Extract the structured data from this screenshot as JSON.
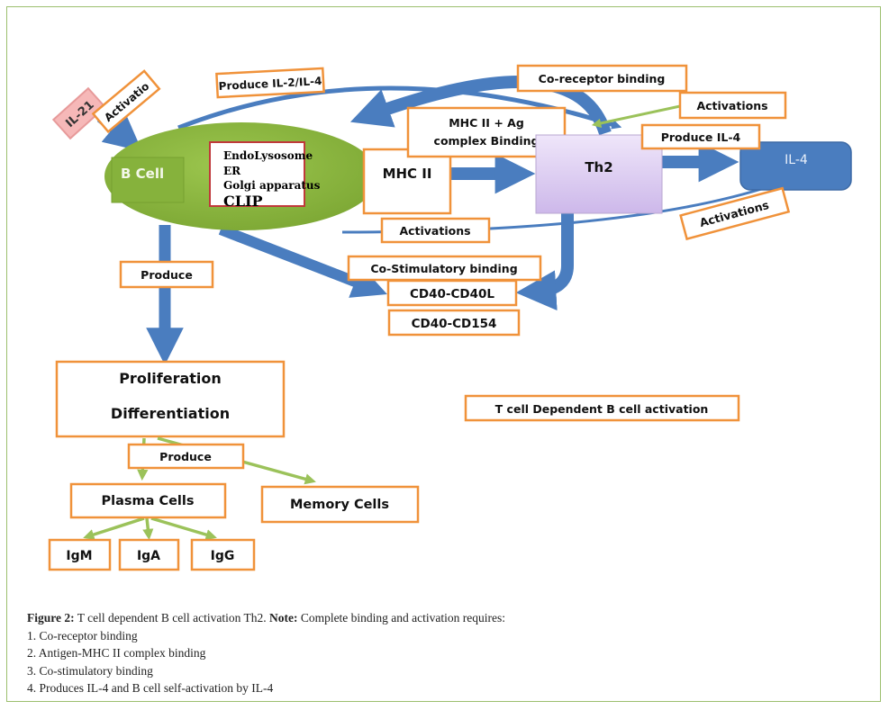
{
  "diagram": {
    "il21": "IL-21",
    "activation_il21": "Activatio",
    "produce_il2_il4": "Produce IL-2/IL-4",
    "b_cell": "B Cell",
    "organelles": [
      "EndoLysosome",
      "ER",
      "Golgi apparatus",
      "CLIP"
    ],
    "mhc2": "MHC II",
    "mhc2_ag": [
      "MHC II + Ag",
      "complex Binding"
    ],
    "co_receptor": "Co-receptor binding",
    "activations_top": "Activations",
    "produce_il4": "Produce IL-4",
    "th2": "Th2",
    "il4": "IL-4",
    "activations_right": "Activations",
    "activations_mid": "Activations",
    "co_stimulatory": "Co-Stimulatory binding",
    "cd40_cd40l": "CD40-CD40L",
    "cd40_cd154": "CD40-CD154",
    "produce_left": "Produce",
    "proliferation": "Proliferation",
    "differentiation": "Differentiation",
    "title_box": "T cell Dependent B cell activation",
    "produce_bottom": "Produce",
    "plasma_cells": "Plasma Cells",
    "memory_cells": "Memory Cells",
    "igm": "IgM",
    "iga": "IgA",
    "igg": "IgG"
  },
  "caption": {
    "figure_label": "Figure 2:",
    "figure_text": "T cell dependent B cell activation Th2.",
    "note_label": "Note:",
    "note_text": "Complete binding and activation requires:",
    "items": [
      "1. Co-receptor binding",
      "2. Antigen-MHC II complex binding",
      "3. Co-stimulatory binding",
      "4. Produces IL-4 and B cell self-activation by IL-4"
    ]
  },
  "colors": {
    "box_border": "#f0923a",
    "arrow_blue": "#4a7dbf",
    "b_cell_green": "#8ab540",
    "arrow_green": "#9bc25a",
    "th2_lavender": "#d9c8ee",
    "il21_pink": "#f6b8b8"
  }
}
